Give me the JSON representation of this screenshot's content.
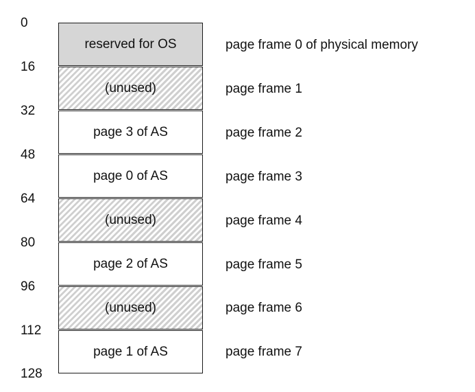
{
  "addresses": [
    "0",
    "16",
    "32",
    "48",
    "64",
    "80",
    "96",
    "112",
    "128"
  ],
  "frames": [
    {
      "content": "reserved for OS",
      "kind": "os",
      "right_label": "page frame 0 of physical memory"
    },
    {
      "content": "(unused)",
      "kind": "unused",
      "right_label": "page frame 1"
    },
    {
      "content": "page 3 of AS",
      "kind": "used",
      "right_label": "page frame 2"
    },
    {
      "content": "page 0 of AS",
      "kind": "used",
      "right_label": "page frame 3"
    },
    {
      "content": "(unused)",
      "kind": "unused",
      "right_label": "page frame 4"
    },
    {
      "content": "page 2 of AS",
      "kind": "used",
      "right_label": "page frame 5"
    },
    {
      "content": "(unused)",
      "kind": "unused",
      "right_label": "page frame 6"
    },
    {
      "content": "page 1 of AS",
      "kind": "used",
      "right_label": "page frame 7"
    }
  ],
  "colors": {
    "reserved_fill": "#d6d6d6",
    "hatch_line": "#cfcfcf",
    "border": "#1a1a1a"
  }
}
